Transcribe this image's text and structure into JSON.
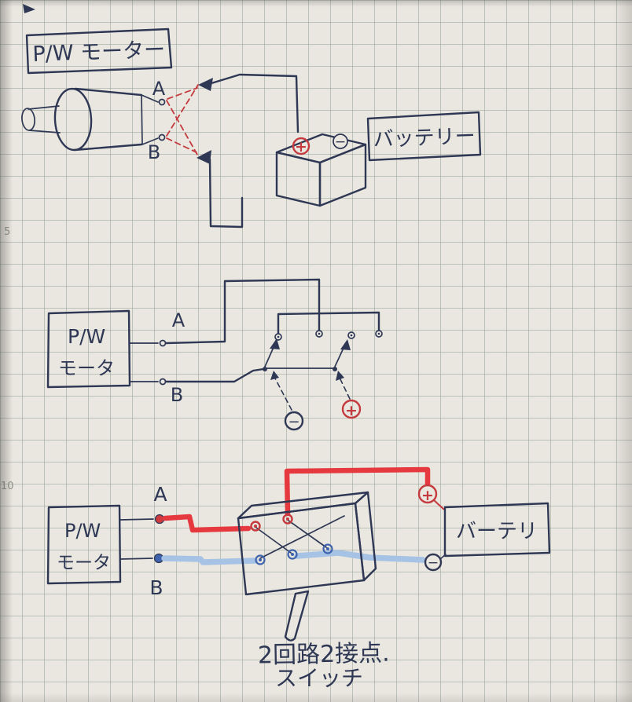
{
  "page": {
    "margin_mark_top": "5",
    "margin_mark_bottom": "10"
  },
  "d1": {
    "motor_label": "P/W モーター",
    "terminal_a": "A",
    "terminal_b": "B",
    "battery_label": "バッテリー",
    "plus": "+",
    "minus": "−"
  },
  "d2": {
    "motor_label_line1": "P/W",
    "motor_label_line2": "モータ",
    "terminal_a": "A",
    "terminal_b": "B",
    "plus": "+",
    "minus": "−"
  },
  "d3": {
    "motor_label_line1": "P/W",
    "motor_label_line2": "モータ",
    "terminal_a": "A",
    "terminal_b": "B",
    "battery_label": "バーテリ",
    "plus": "+",
    "minus": "−",
    "caption_line1": "2回路2接点.",
    "caption_line2": "スイッチ"
  },
  "colors": {
    "ink": "#2e3754",
    "red": "#c43a3e",
    "wire_red": "#e5393f",
    "wire_blue": "#a6c2e4",
    "paper": "#eae7e0",
    "grid": "#6c8076"
  }
}
